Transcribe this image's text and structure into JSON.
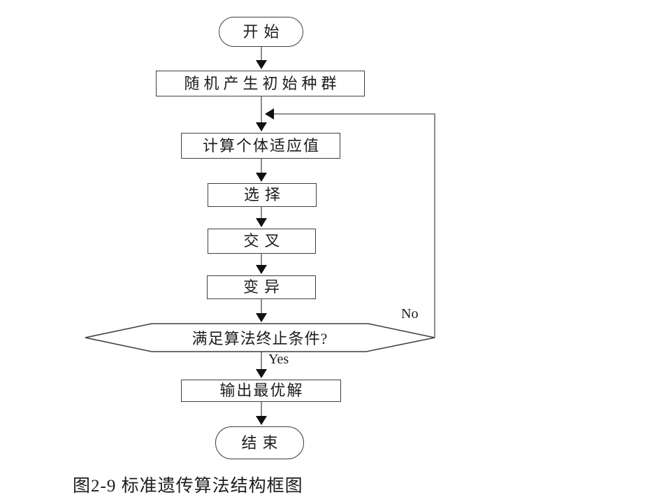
{
  "diagram": {
    "type": "flowchart",
    "caption": "图2-9  标准遗传算法结构框图",
    "nodes": {
      "start": {
        "label": "开始",
        "shape": "terminator"
      },
      "init": {
        "label": "随机产生初始种群",
        "shape": "process"
      },
      "fitness": {
        "label": "计算个体适应值",
        "shape": "process"
      },
      "select": {
        "label": "选择",
        "shape": "process"
      },
      "crossover": {
        "label": "交叉",
        "shape": "process"
      },
      "mutation": {
        "label": "变异",
        "shape": "process"
      },
      "decision": {
        "label": "满足算法终止条件?",
        "shape": "decision-hexagon"
      },
      "output": {
        "label": "输出最优解",
        "shape": "process"
      },
      "end": {
        "label": "结束",
        "shape": "terminator"
      }
    },
    "edges": [
      {
        "from": "start",
        "to": "init"
      },
      {
        "from": "init",
        "to": "fitness"
      },
      {
        "from": "fitness",
        "to": "select"
      },
      {
        "from": "select",
        "to": "crossover"
      },
      {
        "from": "crossover",
        "to": "mutation"
      },
      {
        "from": "mutation",
        "to": "decision"
      },
      {
        "from": "decision",
        "to": "output",
        "label": "Yes"
      },
      {
        "from": "decision",
        "to": "fitness",
        "label": "No"
      }
    ],
    "edge_labels": {
      "yes": "Yes",
      "no": "No"
    },
    "colors": {
      "line": "#6f6f6f",
      "border": "#3f3f3f",
      "text": "#1c1c1c",
      "background": "#ffffff"
    }
  }
}
